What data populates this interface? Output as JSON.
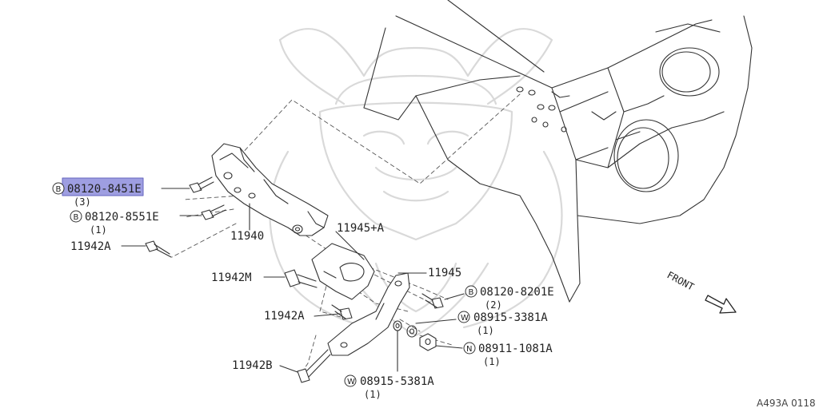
{
  "parts": {
    "p1": {
      "badge": "B",
      "number": "08120-8451E",
      "qty": "(3)"
    },
    "p2": {
      "badge": "B",
      "number": "08120-8551E",
      "qty": "(1)"
    },
    "p3": {
      "number": "11942A"
    },
    "p4": {
      "number": "11940"
    },
    "p5": {
      "number": "11945+A"
    },
    "p6": {
      "number": "11942M"
    },
    "p7": {
      "number": "11945"
    },
    "p8": {
      "badge": "B",
      "number": "08120-8201E",
      "qty": "(2)"
    },
    "p9": {
      "number": "11942A"
    },
    "p10": {
      "badge": "W",
      "number": "08915-3381A",
      "qty": "(1)"
    },
    "p11": {
      "badge": "N",
      "number": "08911-1081A",
      "qty": "(1)"
    },
    "p12": {
      "number": "11942B"
    },
    "p13": {
      "badge": "W",
      "number": "08915-5381A",
      "qty": "(1)"
    }
  },
  "front_label": "FRONT",
  "reference_code": "A493A 0118",
  "highlight_color": "#8e8edc",
  "icons": {
    "badge_shape": "circle-letter-icon",
    "direction": "front-arrow-icon",
    "watermark": "samurai-helmet-watermark-icon"
  }
}
